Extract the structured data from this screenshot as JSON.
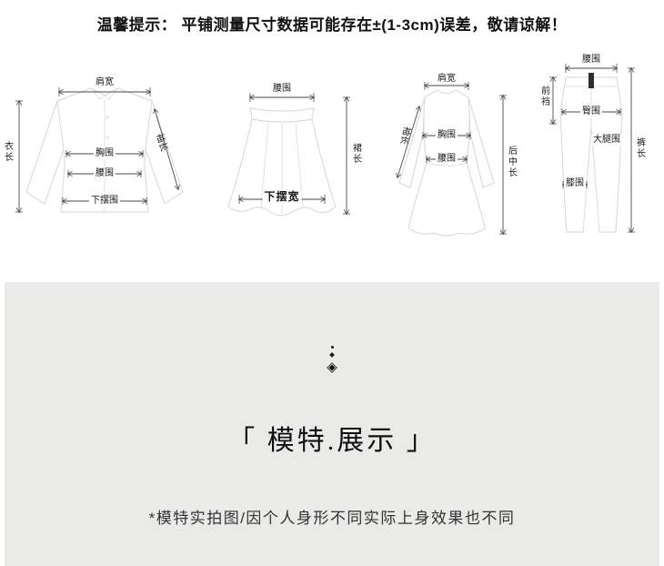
{
  "notice": "温馨提示： 平铺测量尺寸数据可能存在±(1-3cm)误差，敬请谅解！",
  "diagrams": {
    "shirt": {
      "labels": {
        "shoulder": "肩宽",
        "garment_length": "衣长",
        "sleeve_length": "袖长",
        "bust": "胸围",
        "waist": "腰围",
        "hem": "下摆围"
      }
    },
    "skirt": {
      "labels": {
        "waist": "腰围",
        "skirt_length": "裙长",
        "hem_width": "下摆宽"
      }
    },
    "dress": {
      "labels": {
        "shoulder": "肩宽",
        "sleeve_length": "袖长",
        "bust": "胸围",
        "waist": "腰围",
        "back_length": "后中长"
      }
    },
    "pants": {
      "labels": {
        "waist": "腰围",
        "front_rise": "前裆",
        "hip": "臀围",
        "thigh": "大腿围",
        "knee": "膝围",
        "pants_length": "裤长"
      }
    }
  },
  "model_section": {
    "ornament_glyph": "◈",
    "title": "「 模特.展示 」",
    "footnote": "*模特实拍图/因个人身形不同实际上身效果也不同"
  },
  "colors": {
    "page_bg": "#ffffff",
    "section_bg": "#eaeae8",
    "text": "#1a1a1a",
    "garment_line": "#d6d6d6",
    "arrow": "#4a4a4a"
  }
}
